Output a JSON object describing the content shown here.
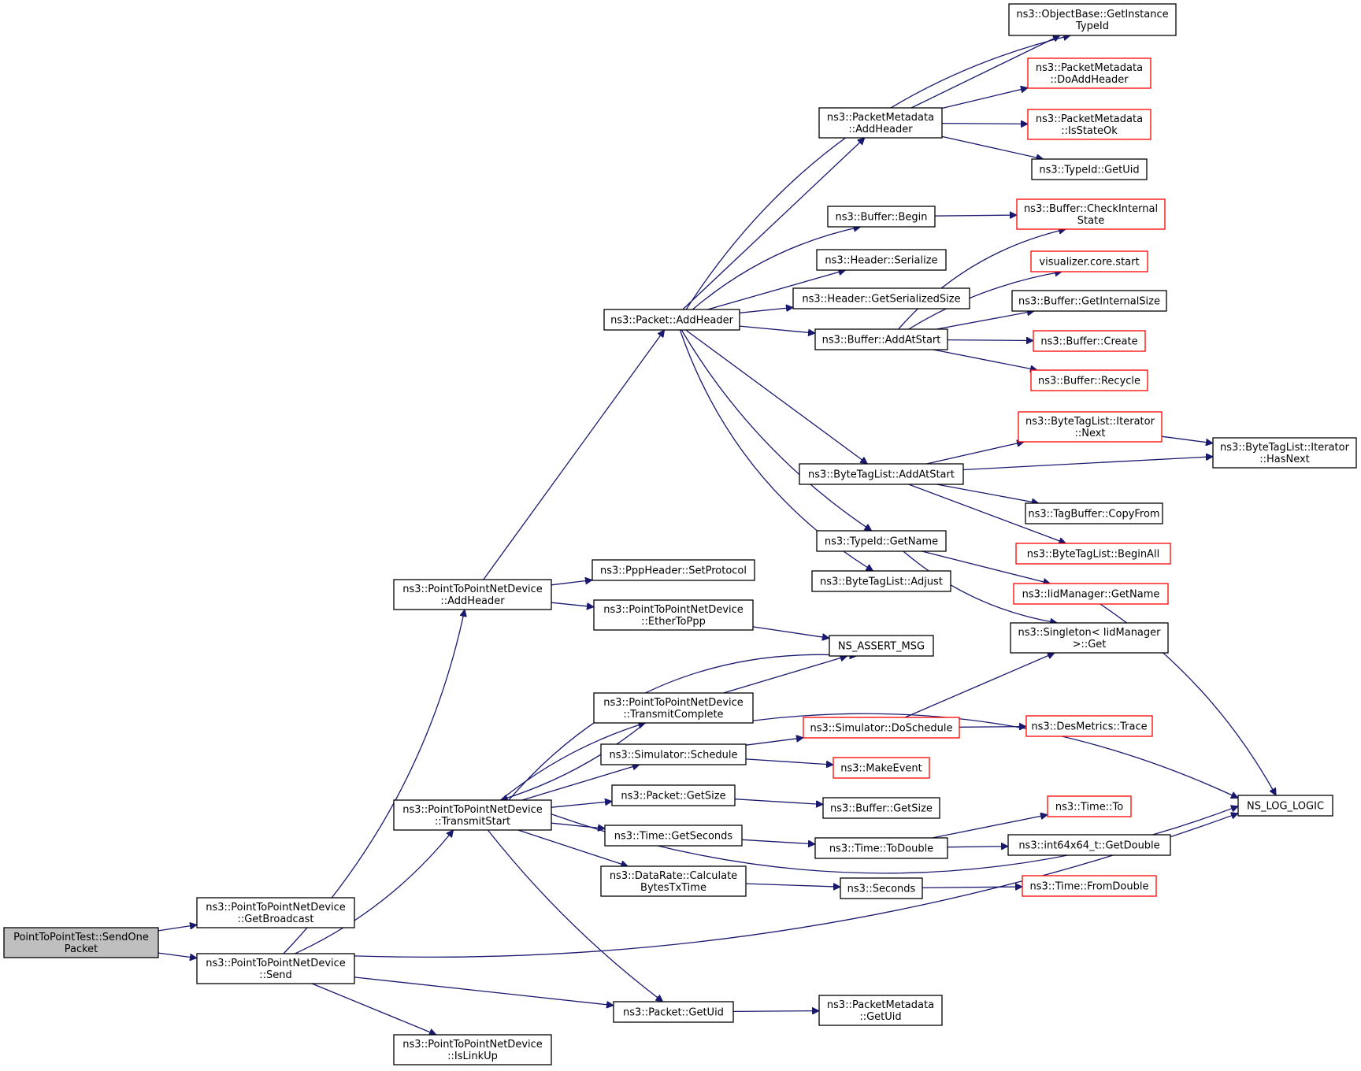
{
  "colors": {
    "edge": "#191970",
    "node_border": "#000000",
    "node_border_undocumented": "#ff0000",
    "root_fill": "#bfbfbf",
    "node_fill": "#ffffff"
  },
  "nodes": [
    {
      "id": "root",
      "lines": [
        "PointToPointTest::SendOne",
        "Packet"
      ],
      "style": "root"
    },
    {
      "id": "getBroadcast",
      "lines": [
        "ns3::PointToPointNetDevice",
        "::GetBroadcast"
      ],
      "style": "normal"
    },
    {
      "id": "send",
      "lines": [
        "ns3::PointToPointNetDevice",
        "::Send"
      ],
      "style": "normal"
    },
    {
      "id": "p2pAddHeader",
      "lines": [
        "ns3::PointToPointNetDevice",
        "::AddHeader"
      ],
      "style": "normal"
    },
    {
      "id": "transmitStart",
      "lines": [
        "ns3::PointToPointNetDevice",
        "::TransmitStart"
      ],
      "style": "normal"
    },
    {
      "id": "isLinkUp",
      "lines": [
        "ns3::PointToPointNetDevice",
        "::IsLinkUp"
      ],
      "style": "normal"
    },
    {
      "id": "packetAddHeader",
      "lines": [
        "ns3::Packet::AddHeader"
      ],
      "style": "normal"
    },
    {
      "id": "setProtocol",
      "lines": [
        "ns3::PppHeader::SetProtocol"
      ],
      "style": "normal"
    },
    {
      "id": "etherToPpp",
      "lines": [
        "ns3::PointToPointNetDevice",
        "::EtherToPpp"
      ],
      "style": "normal"
    },
    {
      "id": "transmitComplete",
      "lines": [
        "ns3::PointToPointNetDevice",
        "::TransmitComplete"
      ],
      "style": "normal"
    },
    {
      "id": "schedule",
      "lines": [
        "ns3::Simulator::Schedule"
      ],
      "style": "normal"
    },
    {
      "id": "packetGetSize",
      "lines": [
        "ns3::Packet::GetSize"
      ],
      "style": "normal"
    },
    {
      "id": "getSeconds",
      "lines": [
        "ns3::Time::GetSeconds"
      ],
      "style": "normal"
    },
    {
      "id": "calcBytes",
      "lines": [
        "ns3::DataRate::Calculate",
        "BytesTxTime"
      ],
      "style": "normal"
    },
    {
      "id": "packetGetUid",
      "lines": [
        "ns3::Packet::GetUid"
      ],
      "style": "normal"
    },
    {
      "id": "pmAddHeader",
      "lines": [
        "ns3::PacketMetadata",
        "::AddHeader"
      ],
      "style": "normal"
    },
    {
      "id": "bufferBegin",
      "lines": [
        "ns3::Buffer::Begin"
      ],
      "style": "normal"
    },
    {
      "id": "headerSerialize",
      "lines": [
        "ns3::Header::Serialize"
      ],
      "style": "normal"
    },
    {
      "id": "headerGetSerSize",
      "lines": [
        "ns3::Header::GetSerializedSize"
      ],
      "style": "normal"
    },
    {
      "id": "bufferAddAtStart",
      "lines": [
        "ns3::Buffer::AddAtStart"
      ],
      "style": "normal"
    },
    {
      "id": "btlAddAtStart",
      "lines": [
        "ns3::ByteTagList::AddAtStart"
      ],
      "style": "normal"
    },
    {
      "id": "typeIdGetName",
      "lines": [
        "ns3::TypeId::GetName"
      ],
      "style": "normal"
    },
    {
      "id": "btlAdjust",
      "lines": [
        "ns3::ByteTagList::Adjust"
      ],
      "style": "normal"
    },
    {
      "id": "nsAssertMsg",
      "lines": [
        "NS_ASSERT_MSG"
      ],
      "style": "normal"
    },
    {
      "id": "doSchedule",
      "lines": [
        "ns3::Simulator::DoSchedule"
      ],
      "style": "red"
    },
    {
      "id": "makeEvent",
      "lines": [
        "ns3::MakeEvent"
      ],
      "style": "red"
    },
    {
      "id": "bufferGetSize",
      "lines": [
        "ns3::Buffer::GetSize"
      ],
      "style": "normal"
    },
    {
      "id": "toDouble",
      "lines": [
        "ns3::Time::ToDouble"
      ],
      "style": "normal"
    },
    {
      "id": "seconds",
      "lines": [
        "ns3::Seconds"
      ],
      "style": "normal"
    },
    {
      "id": "pmGetUid",
      "lines": [
        "ns3::PacketMetadata",
        "::GetUid"
      ],
      "style": "normal"
    },
    {
      "id": "getInstanceTypeId",
      "lines": [
        "ns3::ObjectBase::GetInstance",
        "TypeId"
      ],
      "style": "normal"
    },
    {
      "id": "pmDoAddHeader",
      "lines": [
        "ns3::PacketMetadata",
        "::DoAddHeader"
      ],
      "style": "red"
    },
    {
      "id": "pmIsStateOk",
      "lines": [
        "ns3::PacketMetadata",
        "::IsStateOk"
      ],
      "style": "red"
    },
    {
      "id": "typeIdGetUid",
      "lines": [
        "ns3::TypeId::GetUid"
      ],
      "style": "normal"
    },
    {
      "id": "checkInternalState",
      "lines": [
        "ns3::Buffer::CheckInternal",
        "State"
      ],
      "style": "red"
    },
    {
      "id": "visStart",
      "lines": [
        "visualizer.core.start"
      ],
      "style": "red"
    },
    {
      "id": "bufGetInternalSize",
      "lines": [
        "ns3::Buffer::GetInternalSize"
      ],
      "style": "normal"
    },
    {
      "id": "bufCreate",
      "lines": [
        "ns3::Buffer::Create"
      ],
      "style": "red"
    },
    {
      "id": "bufRecycle",
      "lines": [
        "ns3::Buffer::Recycle"
      ],
      "style": "red"
    },
    {
      "id": "btlIterNext",
      "lines": [
        "ns3::ByteTagList::Iterator",
        "::Next"
      ],
      "style": "red"
    },
    {
      "id": "btlIterHasNext",
      "lines": [
        "ns3::ByteTagList::Iterator",
        "::HasNext"
      ],
      "style": "normal"
    },
    {
      "id": "tagBufCopyFrom",
      "lines": [
        "ns3::TagBuffer::CopyFrom"
      ],
      "style": "normal"
    },
    {
      "id": "btlBeginAll",
      "lines": [
        "ns3::ByteTagList::BeginAll"
      ],
      "style": "red"
    },
    {
      "id": "iidGetName",
      "lines": [
        "ns3::IidManager::GetName"
      ],
      "style": "red"
    },
    {
      "id": "singletonGet",
      "lines": [
        "ns3::Singleton< IidManager",
        ">::Get"
      ],
      "style": "normal"
    },
    {
      "id": "desMetricsTrace",
      "lines": [
        "ns3::DesMetrics::Trace"
      ],
      "style": "red"
    },
    {
      "id": "timeTo",
      "lines": [
        "ns3::Time::To"
      ],
      "style": "red"
    },
    {
      "id": "int64GetDouble",
      "lines": [
        "ns3::int64x64_t::GetDouble"
      ],
      "style": "normal"
    },
    {
      "id": "timeFromDouble",
      "lines": [
        "ns3::Time::FromDouble"
      ],
      "style": "red"
    },
    {
      "id": "nsLogLogic",
      "lines": [
        "NS_LOG_LOGIC"
      ],
      "style": "normal"
    }
  ],
  "edges": [
    [
      "root",
      "getBroadcast"
    ],
    [
      "root",
      "send"
    ],
    [
      "send",
      "p2pAddHeader"
    ],
    [
      "send",
      "transmitStart"
    ],
    [
      "send",
      "isLinkUp"
    ],
    [
      "send",
      "packetGetUid"
    ],
    [
      "send",
      "nsLogLogic"
    ],
    [
      "p2pAddHeader",
      "packetAddHeader"
    ],
    [
      "p2pAddHeader",
      "setProtocol"
    ],
    [
      "p2pAddHeader",
      "etherToPpp"
    ],
    [
      "etherToPpp",
      "nsAssertMsg"
    ],
    [
      "transmitStart",
      "nsAssertMsg"
    ],
    [
      "transmitStart",
      "transmitComplete"
    ],
    [
      "transmitComplete",
      "transmitStart"
    ],
    [
      "transmitComplete",
      "nsAssertMsg"
    ],
    [
      "transmitComplete",
      "nsLogLogic"
    ],
    [
      "transmitStart",
      "schedule"
    ],
    [
      "transmitStart",
      "packetGetSize"
    ],
    [
      "transmitStart",
      "getSeconds"
    ],
    [
      "transmitStart",
      "calcBytes"
    ],
    [
      "transmitStart",
      "packetGetUid"
    ],
    [
      "transmitStart",
      "nsLogLogic"
    ],
    [
      "schedule",
      "doSchedule"
    ],
    [
      "schedule",
      "makeEvent"
    ],
    [
      "packetGetSize",
      "bufferGetSize"
    ],
    [
      "getSeconds",
      "toDouble"
    ],
    [
      "calcBytes",
      "seconds"
    ],
    [
      "packetGetUid",
      "pmGetUid"
    ],
    [
      "packetAddHeader",
      "getInstanceTypeId"
    ],
    [
      "packetAddHeader",
      "pmAddHeader"
    ],
    [
      "packetAddHeader",
      "bufferBegin"
    ],
    [
      "packetAddHeader",
      "headerSerialize"
    ],
    [
      "packetAddHeader",
      "headerGetSerSize"
    ],
    [
      "packetAddHeader",
      "bufferAddAtStart"
    ],
    [
      "packetAddHeader",
      "btlAddAtStart"
    ],
    [
      "packetAddHeader",
      "typeIdGetName"
    ],
    [
      "packetAddHeader",
      "btlAdjust"
    ],
    [
      "pmAddHeader",
      "getInstanceTypeId"
    ],
    [
      "pmAddHeader",
      "pmDoAddHeader"
    ],
    [
      "pmAddHeader",
      "pmIsStateOk"
    ],
    [
      "pmAddHeader",
      "typeIdGetUid"
    ],
    [
      "bufferBegin",
      "checkInternalState"
    ],
    [
      "bufferAddAtStart",
      "checkInternalState"
    ],
    [
      "bufferAddAtStart",
      "visStart"
    ],
    [
      "bufferAddAtStart",
      "bufGetInternalSize"
    ],
    [
      "bufferAddAtStart",
      "bufCreate"
    ],
    [
      "bufferAddAtStart",
      "bufRecycle"
    ],
    [
      "btlAddAtStart",
      "btlIterNext"
    ],
    [
      "btlAddAtStart",
      "btlIterHasNext"
    ],
    [
      "btlIterNext",
      "btlIterHasNext"
    ],
    [
      "btlAddAtStart",
      "tagBufCopyFrom"
    ],
    [
      "btlAddAtStart",
      "btlBeginAll"
    ],
    [
      "typeIdGetName",
      "iidGetName"
    ],
    [
      "typeIdGetName",
      "singletonGet"
    ],
    [
      "iidGetName",
      "nsLogLogic"
    ],
    [
      "doSchedule",
      "singletonGet"
    ],
    [
      "doSchedule",
      "desMetricsTrace"
    ],
    [
      "toDouble",
      "timeTo"
    ],
    [
      "toDouble",
      "int64GetDouble"
    ],
    [
      "seconds",
      "timeFromDouble"
    ]
  ]
}
